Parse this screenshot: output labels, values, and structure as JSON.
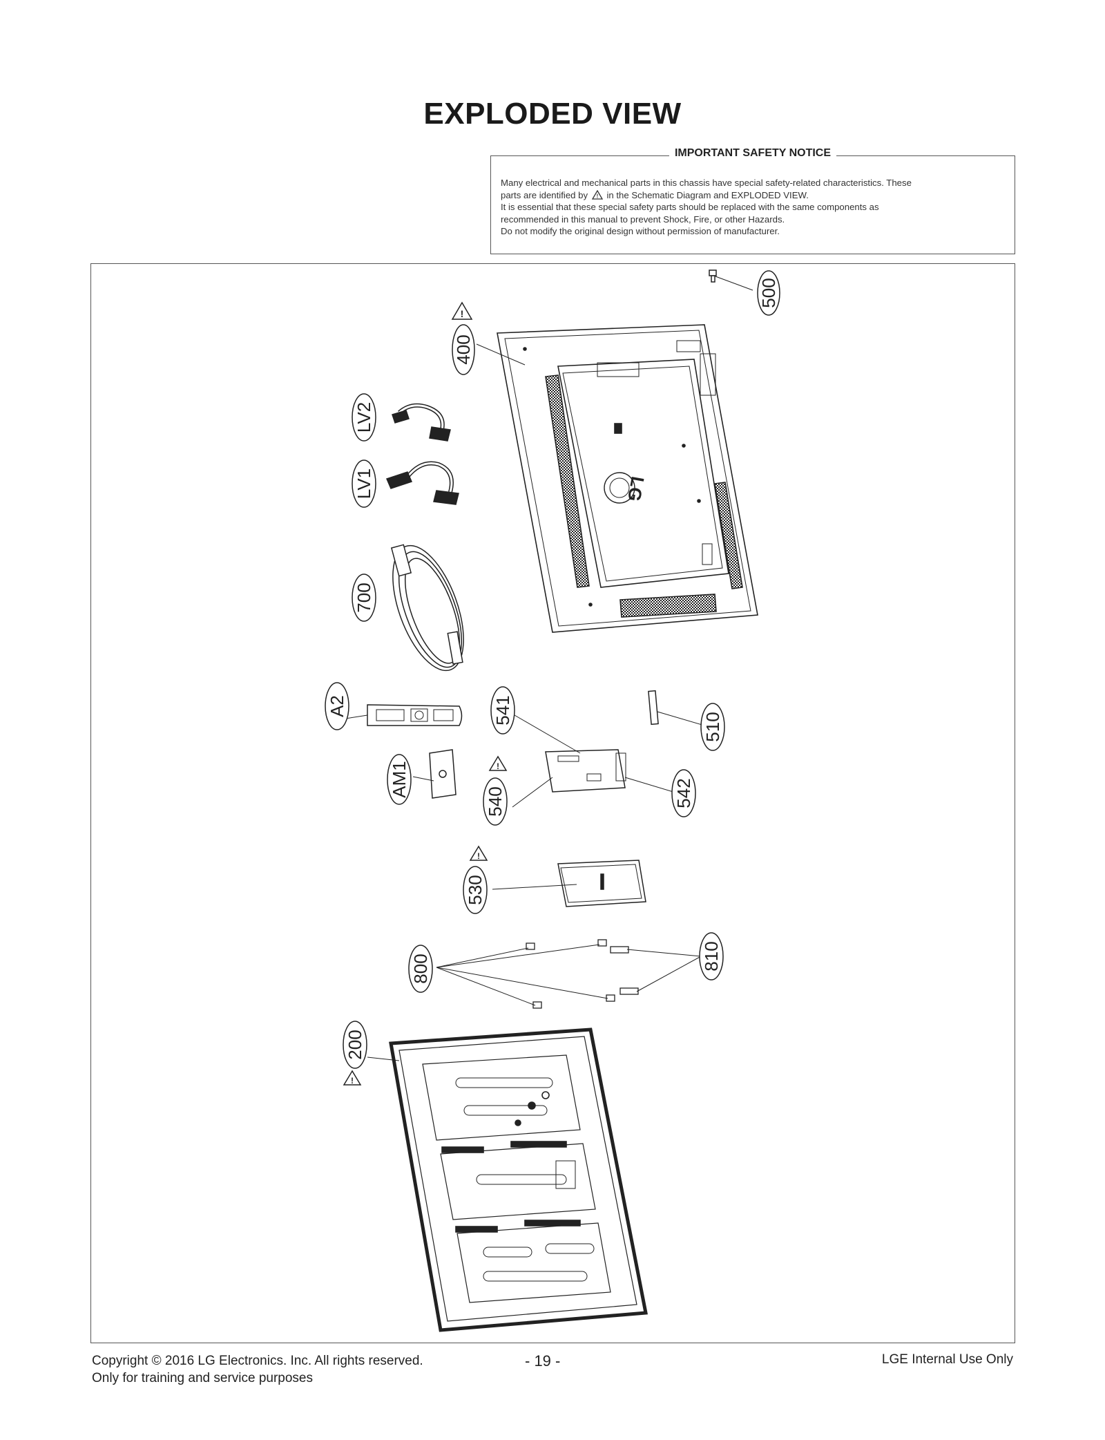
{
  "title": "EXPLODED VIEW",
  "notice": {
    "heading": "IMPORTANT SAFETY NOTICE",
    "line1": "Many electrical and mechanical parts in this chassis have special safety-related characteristics. These",
    "line2a": "parts are identified by",
    "line2b": "in the Schematic Diagram and EXPLODED VIEW.",
    "line3": "It is essential that these special safety parts should be replaced with the same components as",
    "line4": "recommended in this manual to prevent Shock, Fire, or other Hazards.",
    "line5": "Do not modify the original design without permission of manufacturer."
  },
  "parts": {
    "p500": "500",
    "p400": "400",
    "lv2": "LV2",
    "lv1": "LV1",
    "p700": "700",
    "a2": "A2",
    "p541": "541",
    "p510": "510",
    "am1": "AM1",
    "p540": "540",
    "p542": "542",
    "p530": "530",
    "p800": "800",
    "p810": "810",
    "p200": "200",
    "logo": "LG"
  },
  "footer": {
    "copyright": "Copyright  © 2016  LG Electronics. Inc. All rights reserved.",
    "purpose": "Only for training and service purposes",
    "page": "- 19 -",
    "internal": "LGE Internal Use Only"
  }
}
